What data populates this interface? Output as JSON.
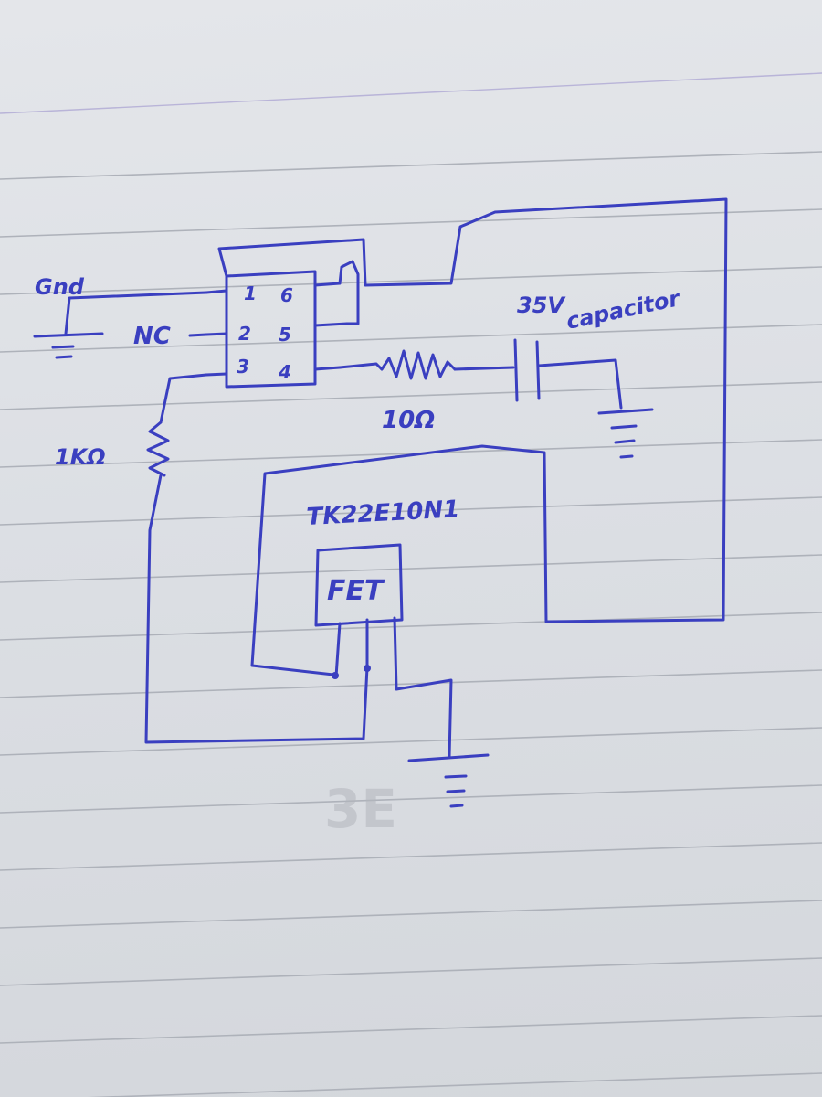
{
  "labels": {
    "gnd": "Gnd",
    "nc": "NC",
    "pin1": "1",
    "pin2": "2",
    "pin3": "3",
    "pin4": "4",
    "pin5": "5",
    "pin6": "6",
    "voltage": "35V",
    "capacitor": "capacitor",
    "r10": "10Ω",
    "r1k": "1KΩ",
    "part_number": "TK22E10N1",
    "fet": "FET",
    "bleed_through": "3E"
  },
  "colors": {
    "ink": "#3a3fc0",
    "paper": "#dcdfe4",
    "rule": "#aeb2ba"
  }
}
